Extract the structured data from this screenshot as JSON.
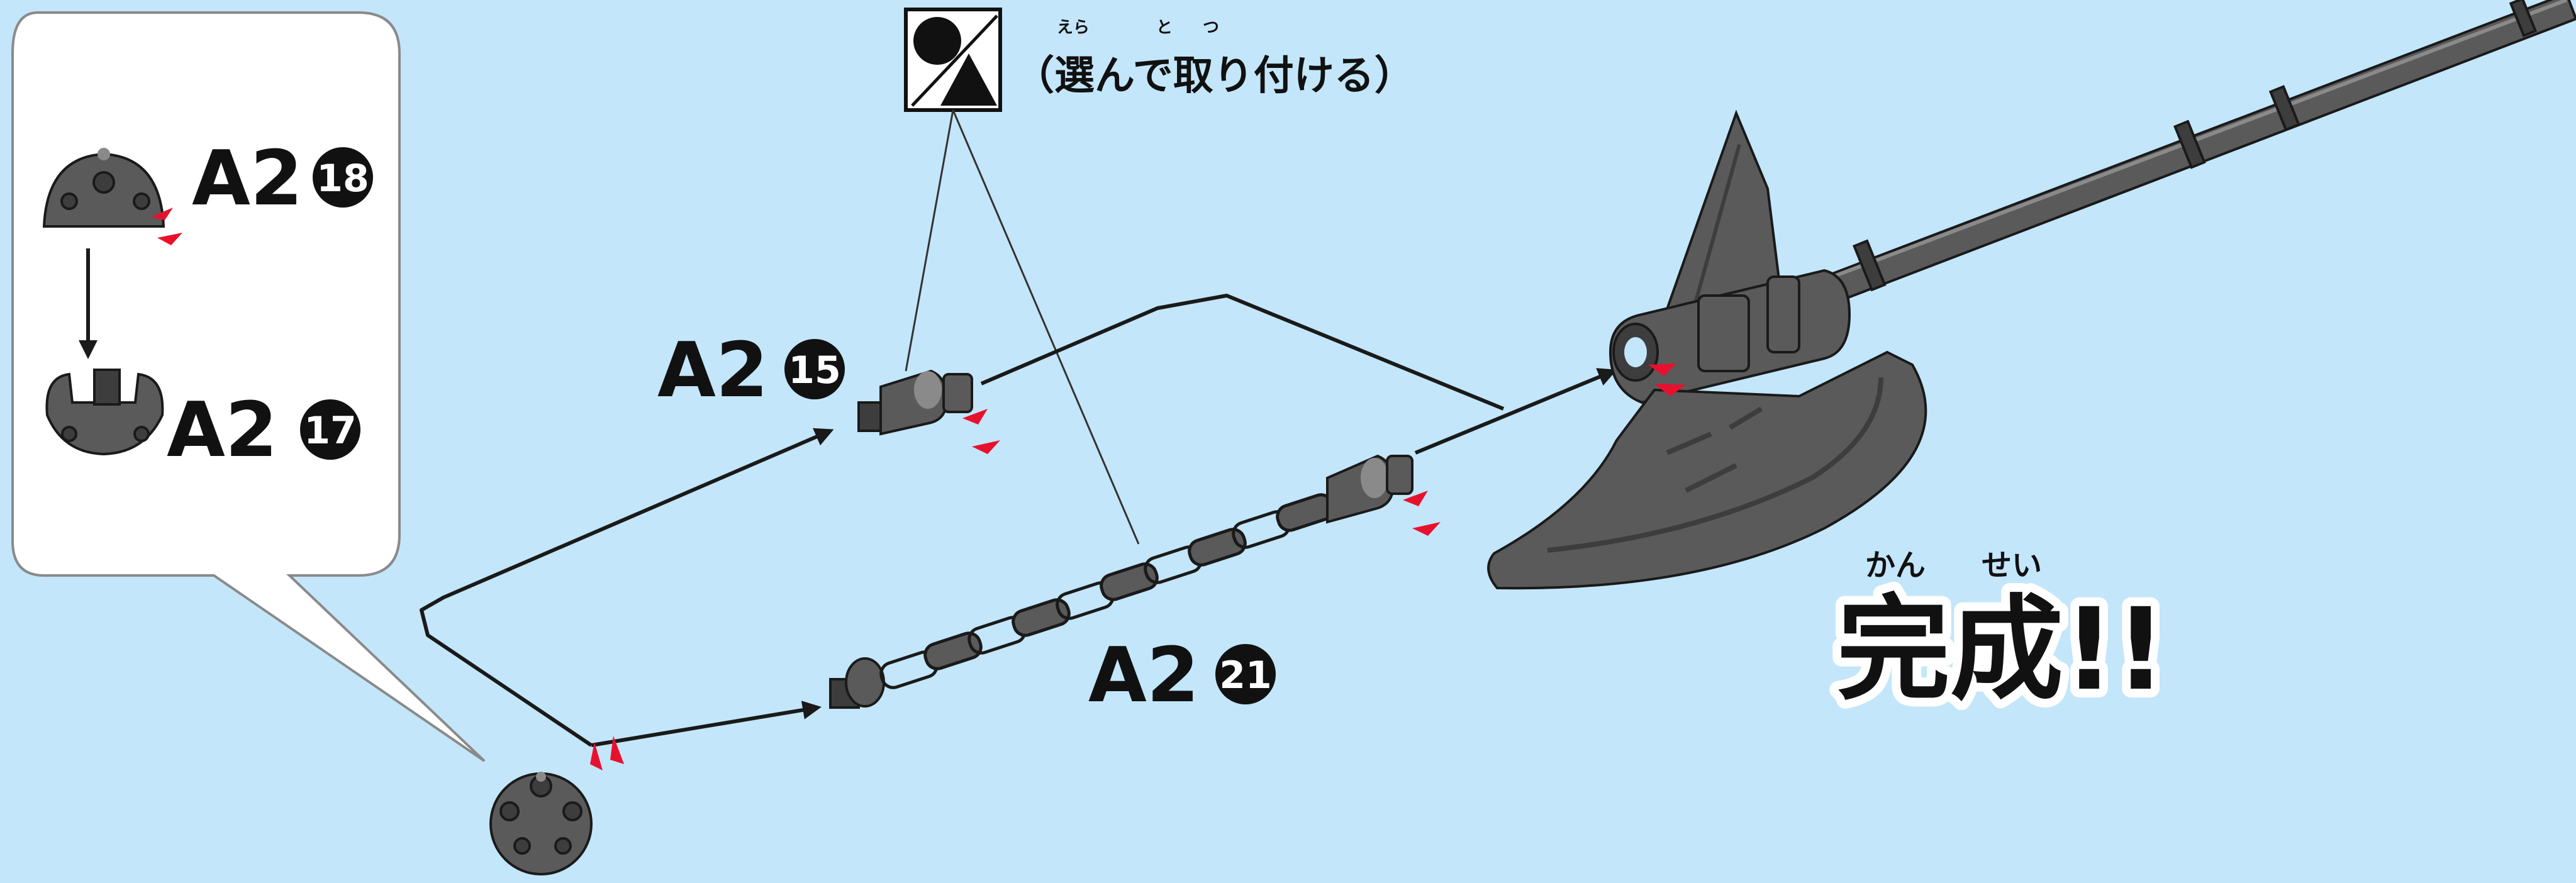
{
  "callout": {
    "parts": [
      {
        "code": "A2",
        "num": "18"
      },
      {
        "code": "A2",
        "num": "17"
      }
    ]
  },
  "parts": {
    "peg": {
      "code": "A2",
      "num": "15"
    },
    "chain": {
      "code": "A2",
      "num": "21"
    }
  },
  "choose_note": {
    "text": "（選んで取り付ける）",
    "ruby": [
      "えら",
      "と",
      "つ"
    ]
  },
  "complete": {
    "text": "完成!!",
    "ruby": [
      "かん",
      "せい"
    ]
  },
  "colors": {
    "background": "#c3e6fa",
    "part_gray": "#5a5a5a",
    "insert_mark": "#e8112d"
  }
}
